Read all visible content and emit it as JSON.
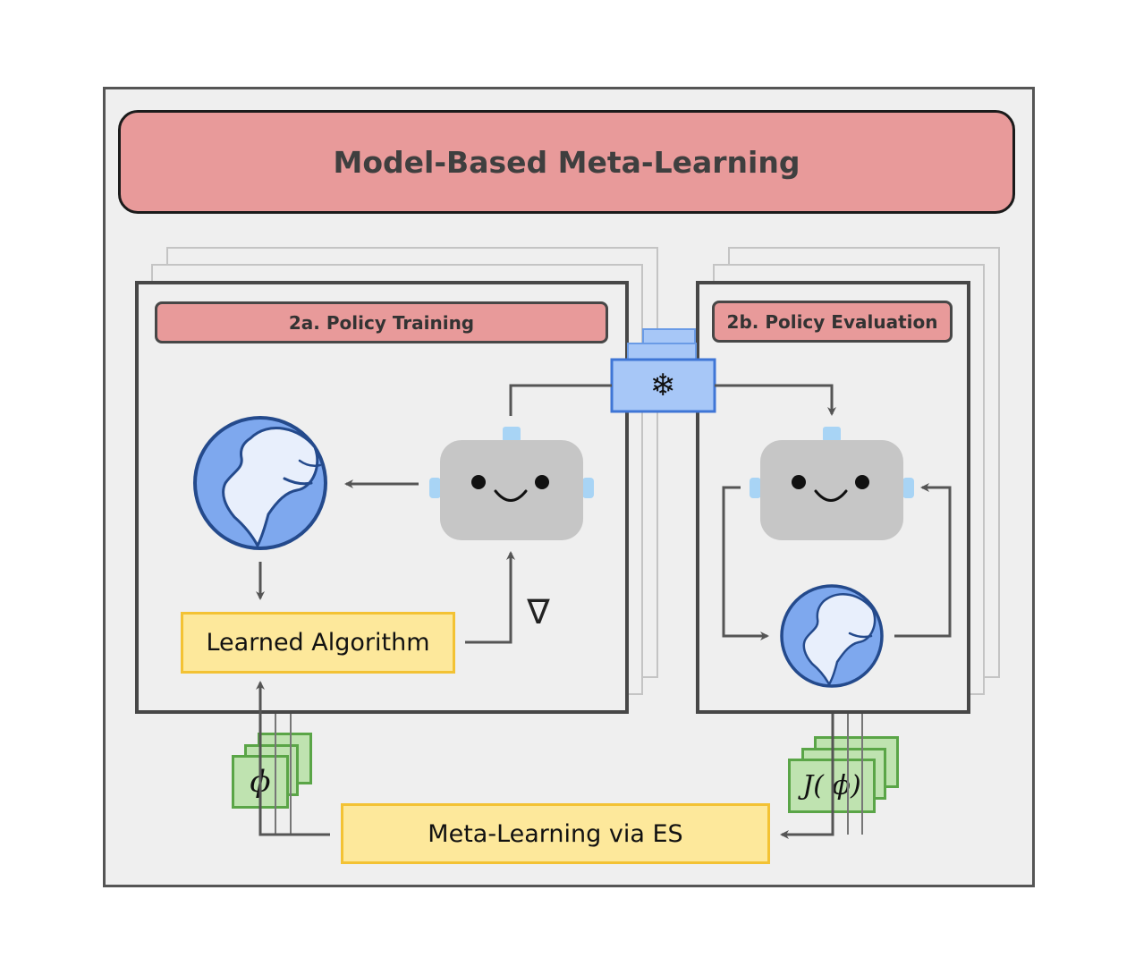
{
  "title": "Model-Based Meta-Learning",
  "training": {
    "label": "2a. Policy Training",
    "algorithm_label": "Learned Algorithm",
    "gradient_symbol": "∇"
  },
  "evaluation": {
    "label": "2b. Policy Evaluation"
  },
  "frozen_symbol": "❄",
  "params_symbol": "ϕ",
  "objective_symbol": "J( ϕ)",
  "meta_label": "Meta-Learning via ES",
  "colors": {
    "banner": "#e89a9a",
    "background": "#efefef",
    "robot": "#c6c6c6",
    "robot_accent": "#a8d4f5",
    "globe_ocean": "#7ea8ee",
    "globe_land": "#e8effc",
    "frozen_box": "#a7c7f7",
    "learned_box": "#fde89b",
    "param_box": "#bfe3b0"
  }
}
